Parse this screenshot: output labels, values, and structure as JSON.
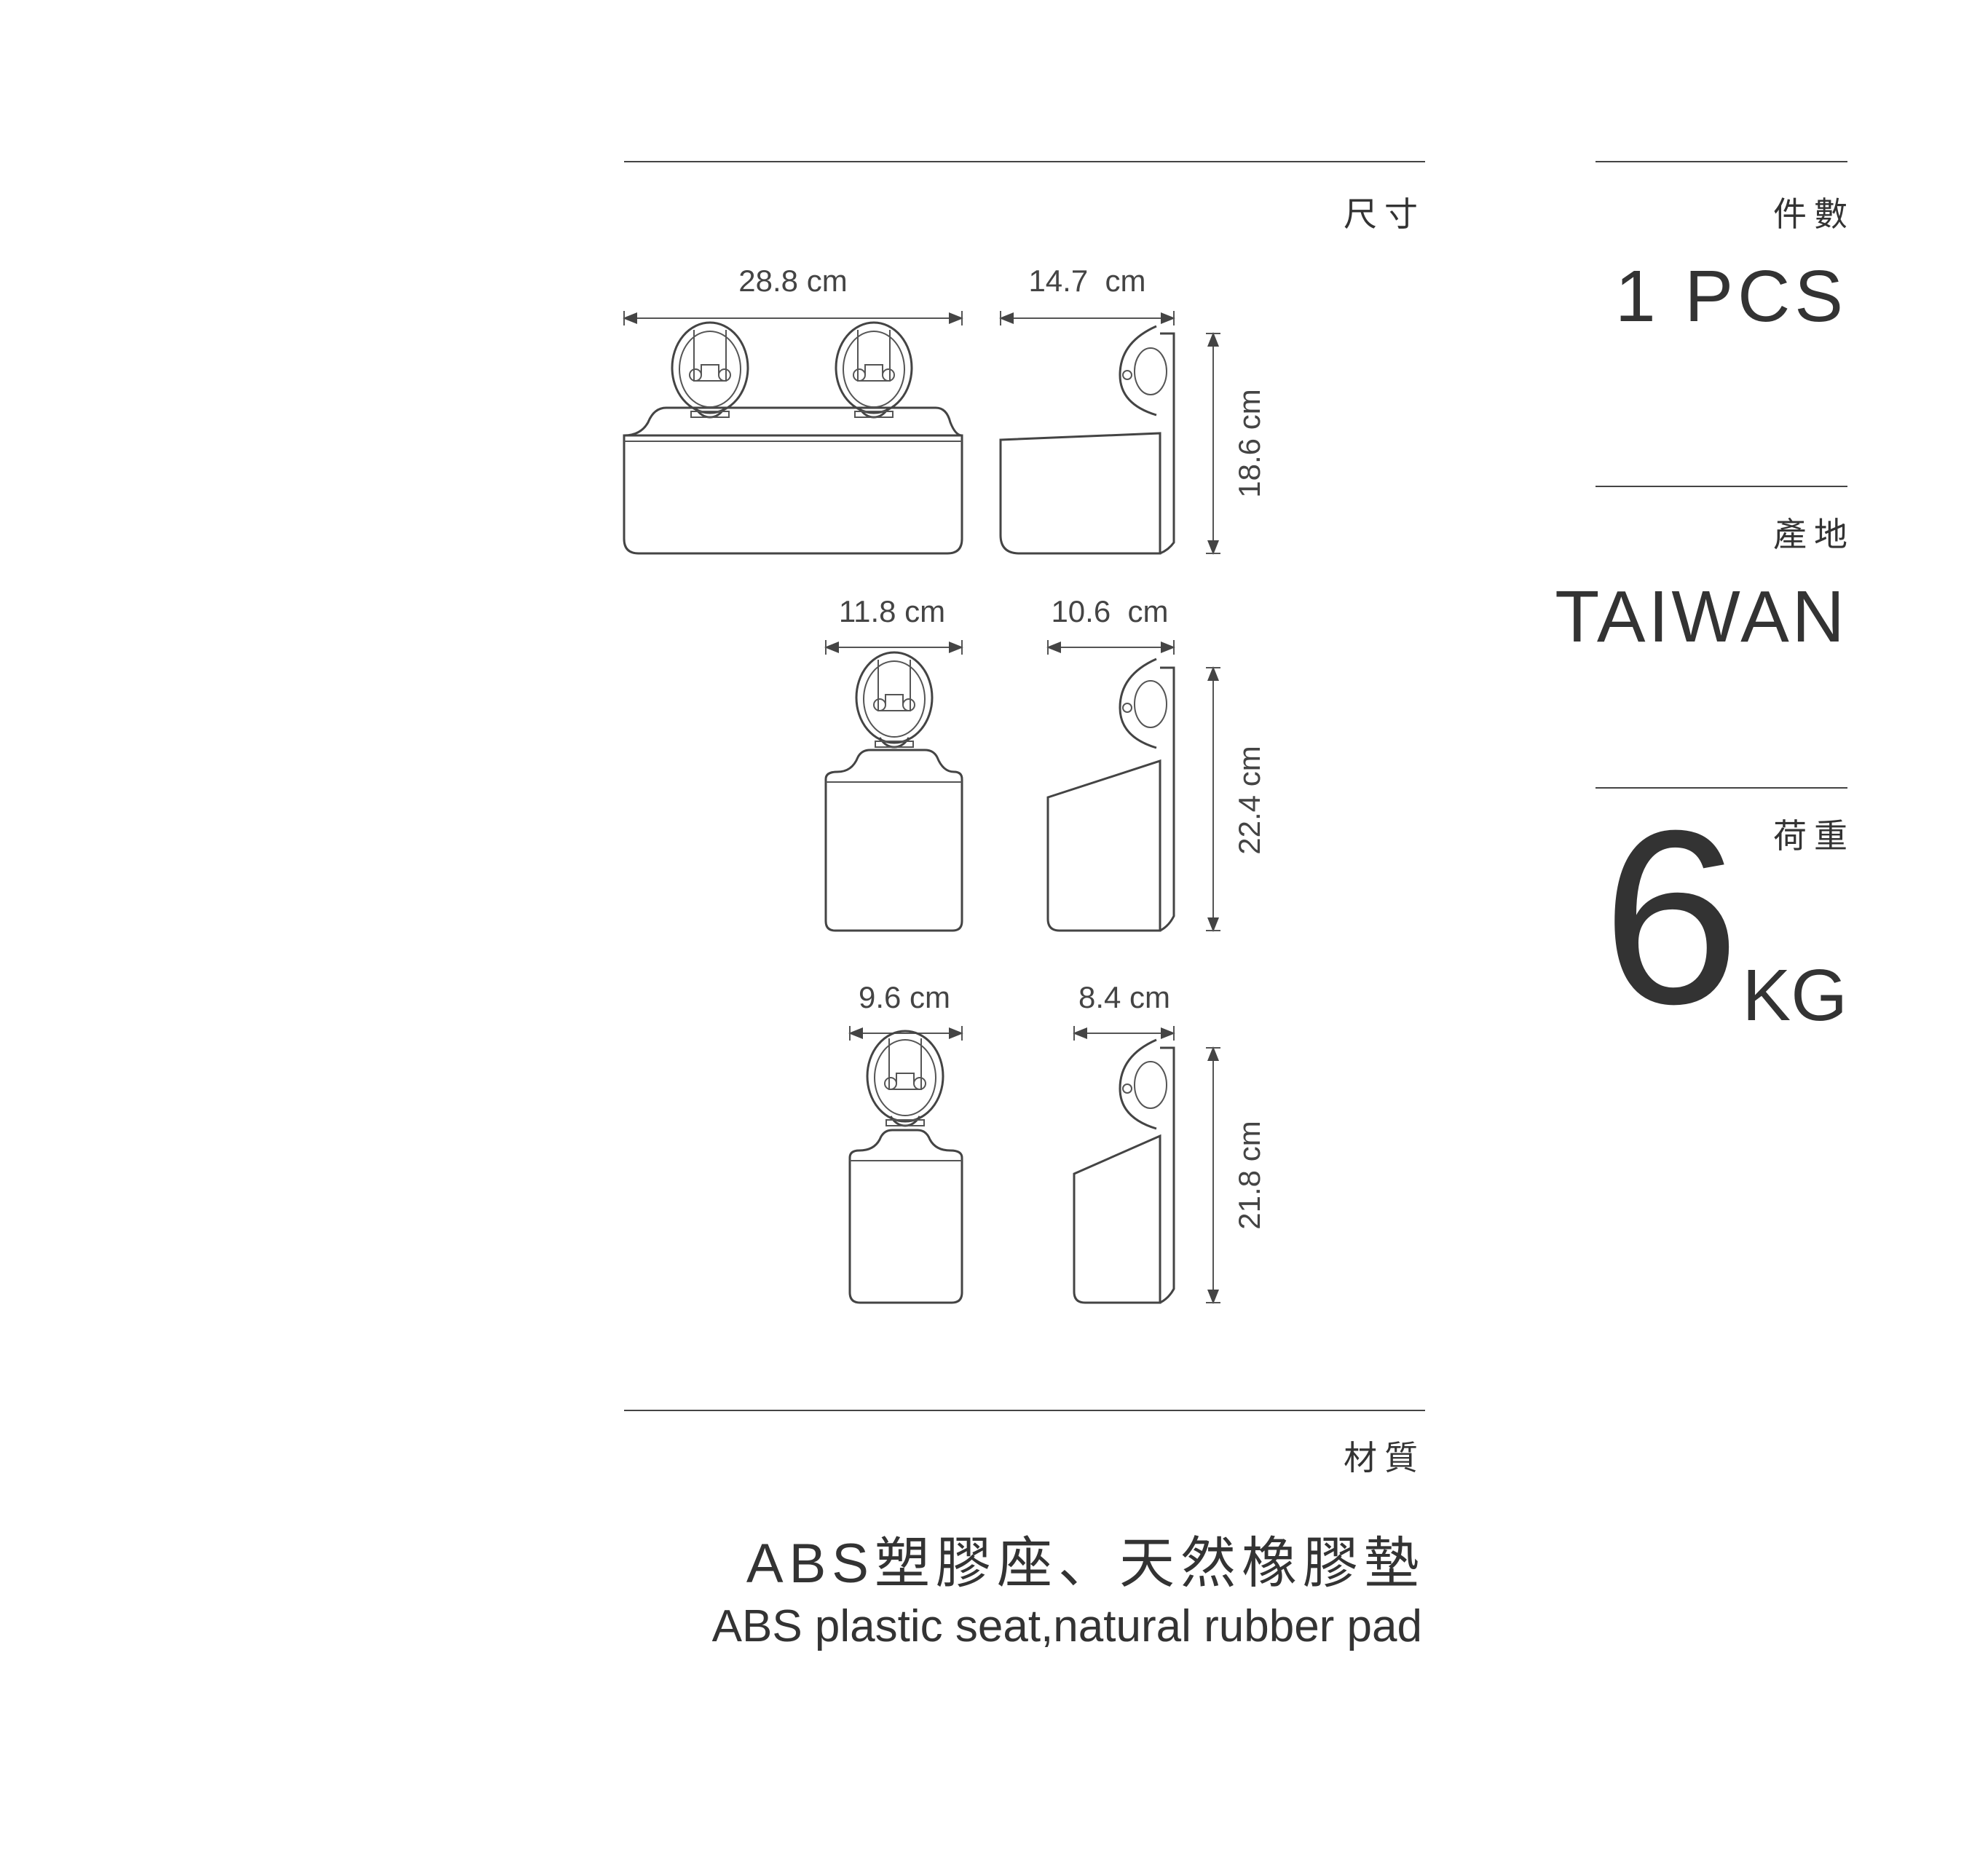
{
  "size_section": {
    "title": "尺寸",
    "products": [
      {
        "width": "28.8 cm",
        "depth": "14.7  cm",
        "height": "18.6 cm"
      },
      {
        "width": "11.8 cm",
        "depth": "10.6  cm",
        "height": "22.4 cm"
      },
      {
        "width": "9.6 cm",
        "depth": "8.4 cm",
        "height": "21.8 cm"
      }
    ]
  },
  "quantity": {
    "title": "件數",
    "value": "1 PCS"
  },
  "origin": {
    "title": "產地",
    "value": "TAIWAN"
  },
  "load": {
    "title": "荷重",
    "value": "6",
    "unit": "KG"
  },
  "material": {
    "title": "材質",
    "value_cn": "ABS塑膠座、天然橡膠墊",
    "value_en": "ABS plastic seat,natural rubber pad"
  }
}
